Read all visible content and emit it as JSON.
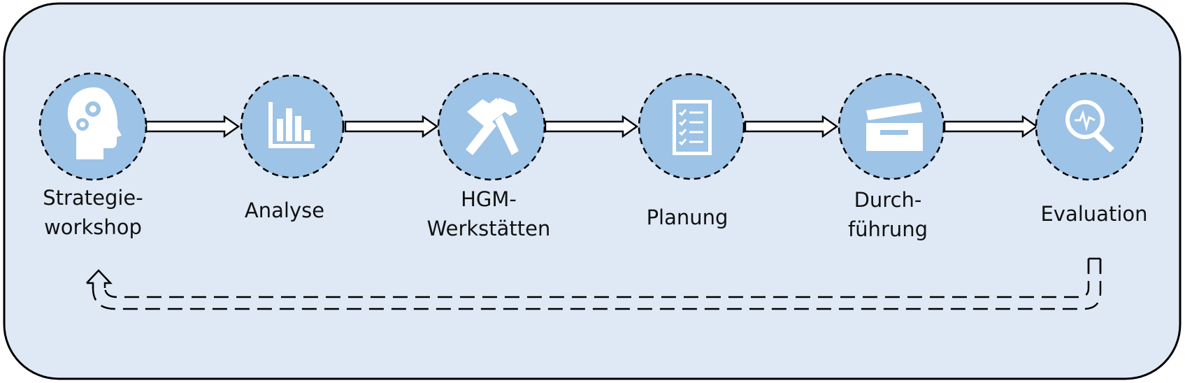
{
  "colors": {
    "panel_fill": "#dee9f5",
    "panel_stroke": "#000000",
    "circle_fill": "#9dc3e6",
    "icon_fill": "#ffffff",
    "arrow_stroke": "#000000"
  },
  "steps": [
    {
      "icon": "head-gears-icon",
      "label_lines": [
        "Strategie-",
        "workshop"
      ]
    },
    {
      "icon": "bar-chart-icon",
      "label_lines": [
        "Analyse"
      ]
    },
    {
      "icon": "hammers-icon",
      "label_lines": [
        "HGM-",
        "Werkstätten"
      ]
    },
    {
      "icon": "checklist-icon",
      "label_lines": [
        "Planung"
      ]
    },
    {
      "icon": "clapperboard-icon",
      "label_lines": [
        "Durch-",
        "führung"
      ]
    },
    {
      "icon": "magnifier-pulse-icon",
      "label_lines": [
        "Evaluation"
      ]
    }
  ]
}
